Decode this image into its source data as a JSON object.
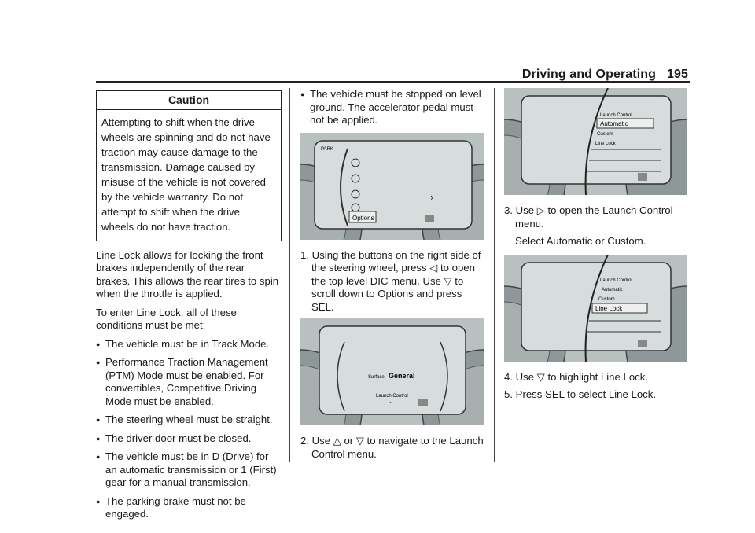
{
  "header": {
    "section": "Driving and Operating",
    "page_number": "195"
  },
  "caution": {
    "title": "Caution",
    "text": "Attempting to shift when the drive wheels are spinning and do not have traction may cause damage to the transmission. Damage caused by misuse of the vehicle is not covered by the vehicle warranty. Do not attempt to shift when the drive wheels do not have traction."
  },
  "intro": "Line Lock allows for locking the front brakes independently of the rear brakes. This allows the rear tires to spin when the throttle is applied.",
  "conditions_intro": "To enter Line Lock, all of these conditions must be met:",
  "conditions": [
    "The vehicle must be in Track Mode.",
    "Performance Traction Management (PTM) Mode must be enabled. For convertibles, Competitive Driving Mode must be enabled.",
    "The steering wheel must be straight.",
    "The driver door must be closed.",
    "The vehicle must be in D (Drive) for an automatic transmission or 1 (First) gear for a manual transmission.",
    "The parking brake must not be engaged.",
    "The vehicle must be stopped on level ground. The accelerator pedal must not be applied."
  ],
  "steps": {
    "s1_pre": "1. Using the buttons on the right side of the steering wheel, press",
    "s1_mid": "to open the top level DIC menu. Use",
    "s1_post": "to scroll down to Options and press SEL.",
    "s2_pre": "2. Use",
    "s2_or": "or",
    "s2_post": "to navigate to the Launch Control menu.",
    "s3_pre": "3. Use",
    "s3_post": "to open the Launch Control menu.",
    "s3_sub": "Select Automatic or Custom.",
    "s4_pre": "4. Use",
    "s4_post": "to highlight Line Lock.",
    "s5": "5. Press SEL to select Line Lock."
  },
  "icons": {
    "left": "◁",
    "down": "▽",
    "up": "△",
    "right": "▷"
  },
  "figures": {
    "fig1": {
      "menu_label": "Options",
      "park": "PARK"
    },
    "fig2": {
      "surface_label": "Surface:",
      "surface_value": "General",
      "launch_label": "Launch Control"
    },
    "fig3": {
      "title": "Launch Control",
      "items": [
        "Automatic",
        "Custom",
        "Line Lock"
      ]
    },
    "fig4": {
      "title": "Launch Control",
      "items": [
        "Automatic",
        "Custom",
        "Line Lock"
      ]
    }
  }
}
